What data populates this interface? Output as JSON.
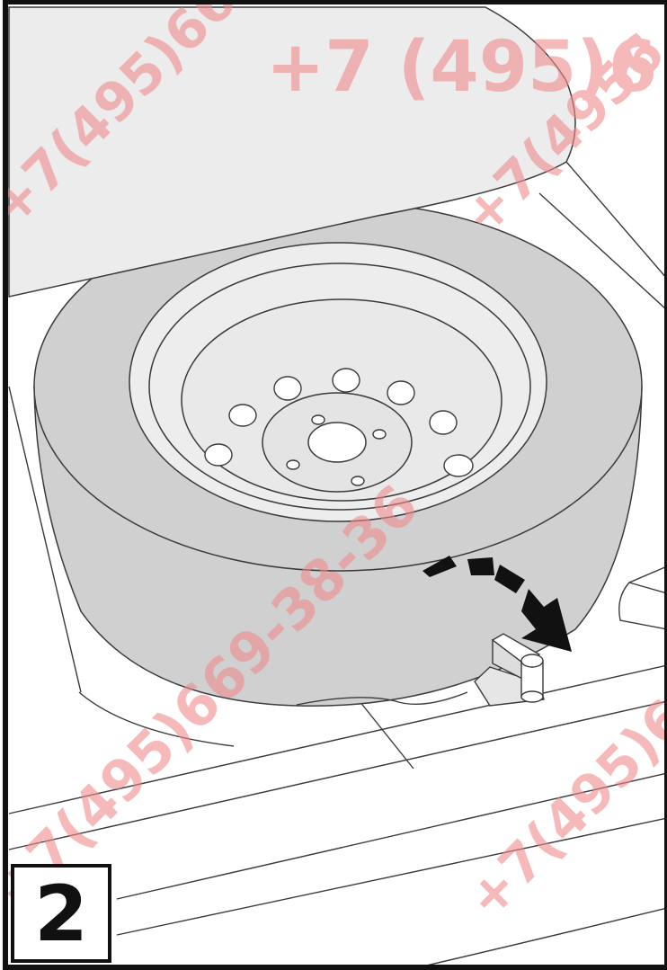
{
  "illustration": {
    "step_number": "2",
    "colors": {
      "tire": "#d0d0d0",
      "cover": "#ececec",
      "outline": "#3a3a3a",
      "arrow": "#111111",
      "watermark": "#f08a8a"
    },
    "icons": [
      "spare-tire",
      "rotation-arrow-icon",
      "hold-down-bolt"
    ]
  },
  "watermarks": {
    "top": "+7 (495)6",
    "top_left": "+7(495)66",
    "top_right": "+7(4956",
    "center_diagonal": "+7(495)669-38-36",
    "bottom_right": "+7(495)6"
  }
}
